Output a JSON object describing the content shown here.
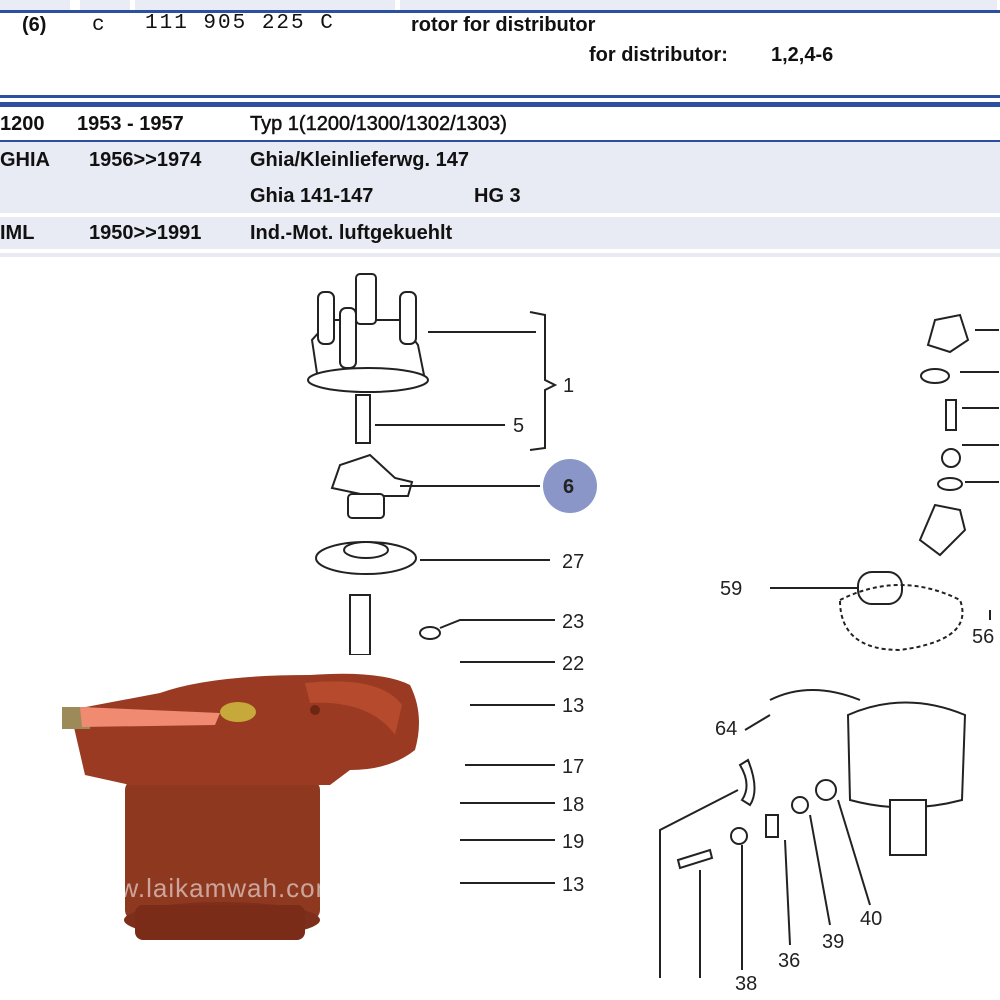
{
  "part_row": {
    "position": "(6)",
    "code": "c",
    "part_number": "111 905 225 C",
    "description": "rotor for distributor",
    "note_label": "for distributor:",
    "note_value": "1,2,4-6"
  },
  "applications": [
    {
      "model": "1200",
      "years": "1953 - 1957",
      "description": "Typ 1(1200/1300/1302/1303)",
      "extra": ""
    },
    {
      "model": "GHIA",
      "years": "1956>>1974",
      "description": "Ghia/Kleinlieferwg. 147",
      "extra": ""
    },
    {
      "model": "",
      "years": "",
      "description": "Ghia 141-147",
      "extra": "HG 3"
    },
    {
      "model": "IML",
      "years": "1950>>1991",
      "description": "Ind.-Mot. luftgekuehlt",
      "extra": ""
    }
  ],
  "diagram": {
    "labels": [
      "1",
      "5",
      "6",
      "27",
      "23",
      "22",
      "13",
      "17",
      "18",
      "19",
      "13",
      "59",
      "56",
      "64",
      "36",
      "39",
      "40",
      "38"
    ],
    "highlight_color": "#8a96c8"
  },
  "photo": {
    "watermark": "www.laikamwah.com",
    "rotor_color": "#9a3a22"
  }
}
